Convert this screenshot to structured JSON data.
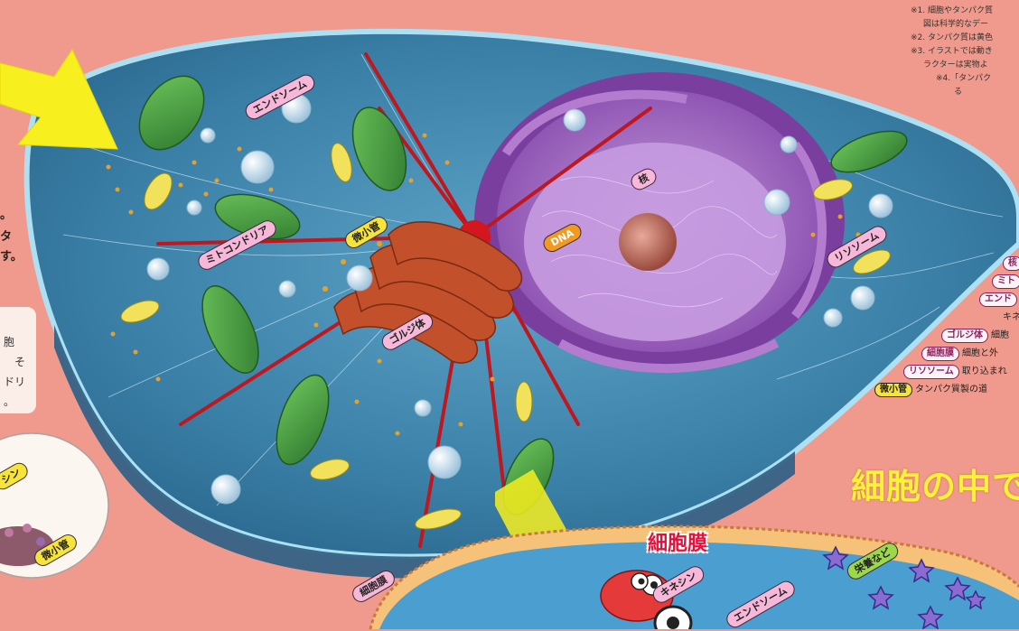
{
  "notes": [
    "※1. 細胞やタンパク質",
    "図は科学的なデー",
    "※2. タンパク質は黄色",
    "※3. イラストでは動き",
    "ラクターは実物よ",
    "※4.「タンパク",
    "る"
  ],
  "labels": {
    "endosome_top": "エンドソーム",
    "mitochondria": "ミトコンドリア",
    "microtubule_center": "微小管",
    "nucleus": "核",
    "dna": "DNA",
    "lysosome": "リソソーム",
    "golgi": "ゴルジ体",
    "cell_membrane_tag": "細胞膜",
    "kinesin_left": "シン",
    "microtubule_inset": "微小管",
    "kinesin_bottom": "キネシン",
    "endosome_bottom": "エンドソーム",
    "nutrients": "栄養など"
  },
  "legend": [
    {
      "term": "核",
      "desc": ""
    },
    {
      "term": "ミト",
      "desc": ""
    },
    {
      "term": "エンド",
      "desc": ""
    },
    {
      "term": "",
      "desc": "キネ"
    },
    {
      "term": "ゴルジ体",
      "desc": "細胞"
    },
    {
      "term": "細胞膜",
      "desc": "細胞と外"
    },
    {
      "term": "リソソーム",
      "desc": "取り込まれ"
    },
    {
      "term": "微小管",
      "desc": "タンパク質製の道"
    }
  ],
  "left_fragments": [
    "。",
    "タ",
    "す。"
  ],
  "left_box_lines": [
    "胞",
    "そ",
    "ドリ",
    "。"
  ],
  "big_title": "細胞の中で",
  "membrane_title": "細胞膜",
  "colors": {
    "background": "#ef9a8c",
    "cell_body": "#3f86ad",
    "nucleus": "#8a4fb0",
    "microtubule": "#c0171e",
    "golgi": "#c2502a",
    "mitochondria": "#3f8a3a",
    "highlight_arrow": "#f7f01e"
  }
}
